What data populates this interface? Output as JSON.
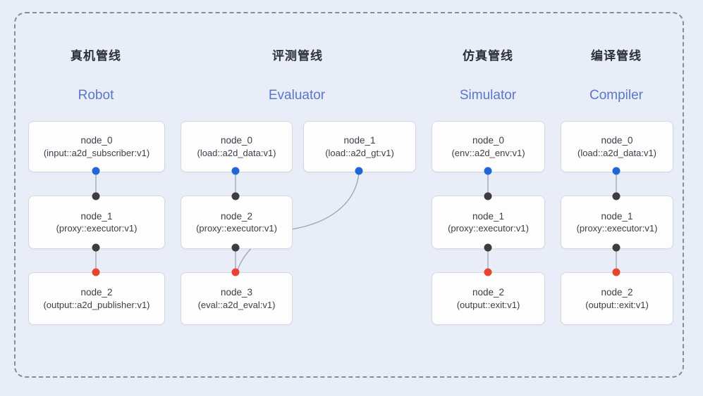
{
  "diagram": {
    "background_color": "#e9edf8",
    "border_color": "#878c96",
    "en_title_color": "#5a76c9"
  },
  "colors": {
    "input_port": "#1f66d6",
    "internal_port": "#3d3d3d",
    "output_port": "#e8452f",
    "edge_line": "#9aa3af"
  },
  "pipelines": [
    {
      "zh_title": "真机管线",
      "en_title": "Robot",
      "nodes": [
        {
          "name": "node_0",
          "impl": "(input::a2d_subscriber:v1)"
        },
        {
          "name": "node_1",
          "impl": "(proxy::executor:v1)"
        },
        {
          "name": "node_2",
          "impl": "(output::a2d_publisher:v1)"
        }
      ]
    },
    {
      "zh_title": "评测管线",
      "en_title": "Evaluator",
      "nodes": [
        {
          "name": "node_0",
          "impl": "(load::a2d_data:v1)"
        },
        {
          "name": "node_1",
          "impl": "(load::a2d_gt:v1)"
        },
        {
          "name": "node_2",
          "impl": "(proxy::executor:v1)"
        },
        {
          "name": "node_3",
          "impl": "(eval::a2d_eval:v1)"
        }
      ]
    },
    {
      "zh_title": "仿真管线",
      "en_title": "Simulator",
      "nodes": [
        {
          "name": "node_0",
          "impl": "(env::a2d_env:v1)"
        },
        {
          "name": "node_1",
          "impl": "(proxy::executor:v1)"
        },
        {
          "name": "node_2",
          "impl": "(output::exit:v1)"
        }
      ]
    },
    {
      "zh_title": "编译管线",
      "en_title": "Compiler",
      "nodes": [
        {
          "name": "node_0",
          "impl": "(load::a2d_data:v1)"
        },
        {
          "name": "node_1",
          "impl": "(proxy::executor:v1)"
        },
        {
          "name": "node_2",
          "impl": "(output::exit:v1)"
        }
      ]
    }
  ]
}
